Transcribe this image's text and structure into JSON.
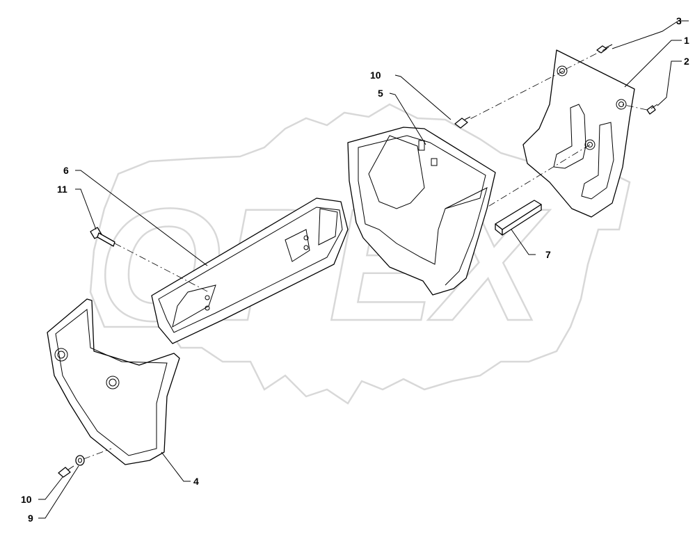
{
  "diagram": {
    "watermark_text": "OPEX",
    "callouts": [
      {
        "id": "1",
        "label": "1"
      },
      {
        "id": "2",
        "label": "2"
      },
      {
        "id": "3",
        "label": "3"
      },
      {
        "id": "4",
        "label": "4"
      },
      {
        "id": "5",
        "label": "5"
      },
      {
        "id": "6",
        "label": "6"
      },
      {
        "id": "7",
        "label": "7"
      },
      {
        "id": "9",
        "label": "9"
      },
      {
        "id": "10a",
        "label": "10"
      },
      {
        "id": "10b",
        "label": "10"
      },
      {
        "id": "11",
        "label": "11"
      }
    ]
  }
}
